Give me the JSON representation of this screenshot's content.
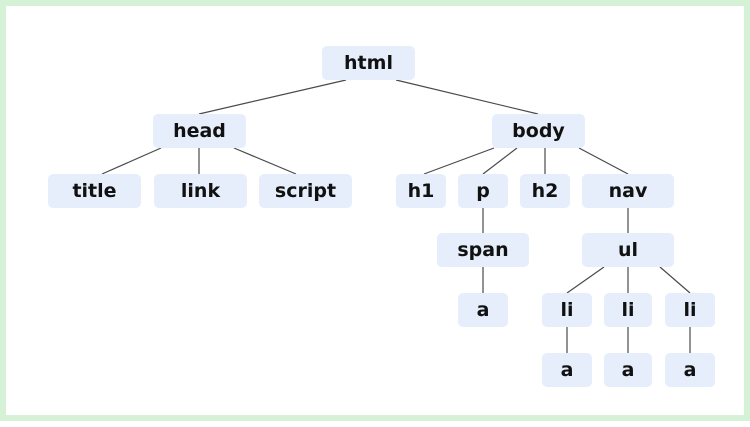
{
  "tree": {
    "html": "html",
    "head": "head",
    "body": "body",
    "title": "title",
    "link": "link",
    "script": "script",
    "h1": "h1",
    "p": "p",
    "h2": "h2",
    "nav": "nav",
    "span": "span",
    "span_a": "a",
    "ul": "ul",
    "li1": "li",
    "li2": "li",
    "li3": "li",
    "li1_a": "a",
    "li2_a": "a",
    "li3_a": "a"
  },
  "colors": {
    "node_fill": "#e6eefb",
    "edge": "#4a4a4a",
    "border": "#d5f2d7"
  }
}
